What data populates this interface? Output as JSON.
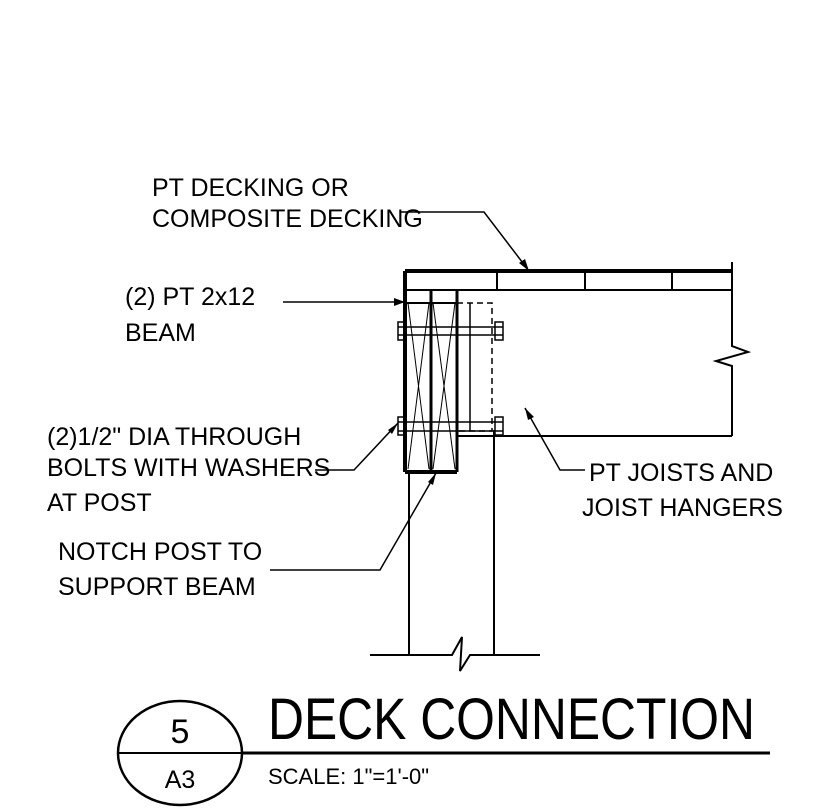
{
  "labels": {
    "decking_line1": "PT DECKING OR",
    "decking_line2": "COMPOSITE DECKING",
    "beam_line1": "(2) PT 2x12",
    "beam_line2": "BEAM",
    "bolts_line1": "(2)1/2\" DIA THROUGH",
    "bolts_line2": "BOLTS WITH WASHERS",
    "bolts_line3": "AT POST",
    "notch_line1": "NOTCH POST TO",
    "notch_line2": "SUPPORT BEAM",
    "joists_line1": "PT JOISTS AND",
    "joists_line2": "JOIST HANGERS"
  },
  "title_block": {
    "detail_number": "5",
    "sheet_number": "A3",
    "title": "DECK CONNECTION",
    "scale": "SCALE: 1\"=1'-0\""
  }
}
